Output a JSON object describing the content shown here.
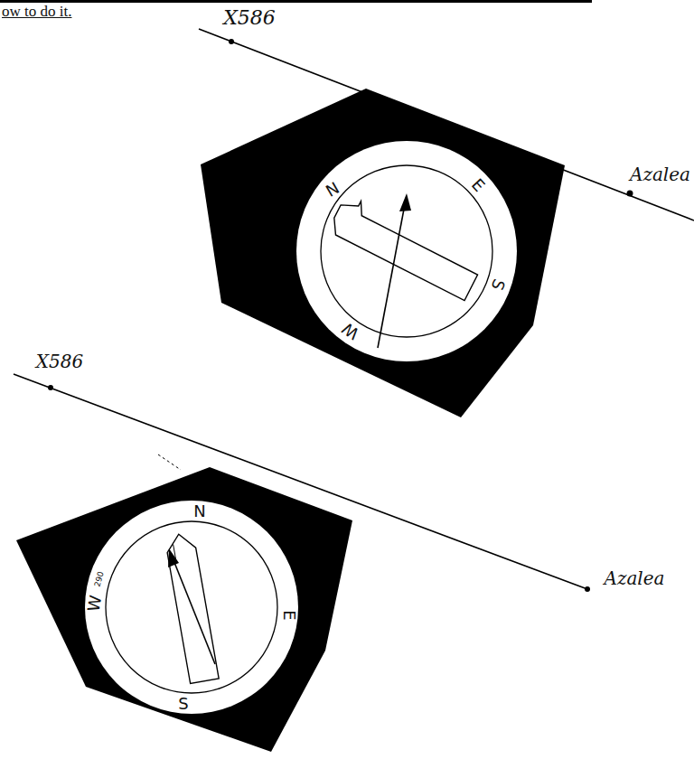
{
  "diagram": {
    "labels": [
      "ow to do it.",
      "X586",
      "Azalea",
      "N",
      "E",
      "S",
      "W",
      "X586",
      "Azalea",
      "N",
      "E",
      "S",
      "W",
      "290"
    ]
  }
}
